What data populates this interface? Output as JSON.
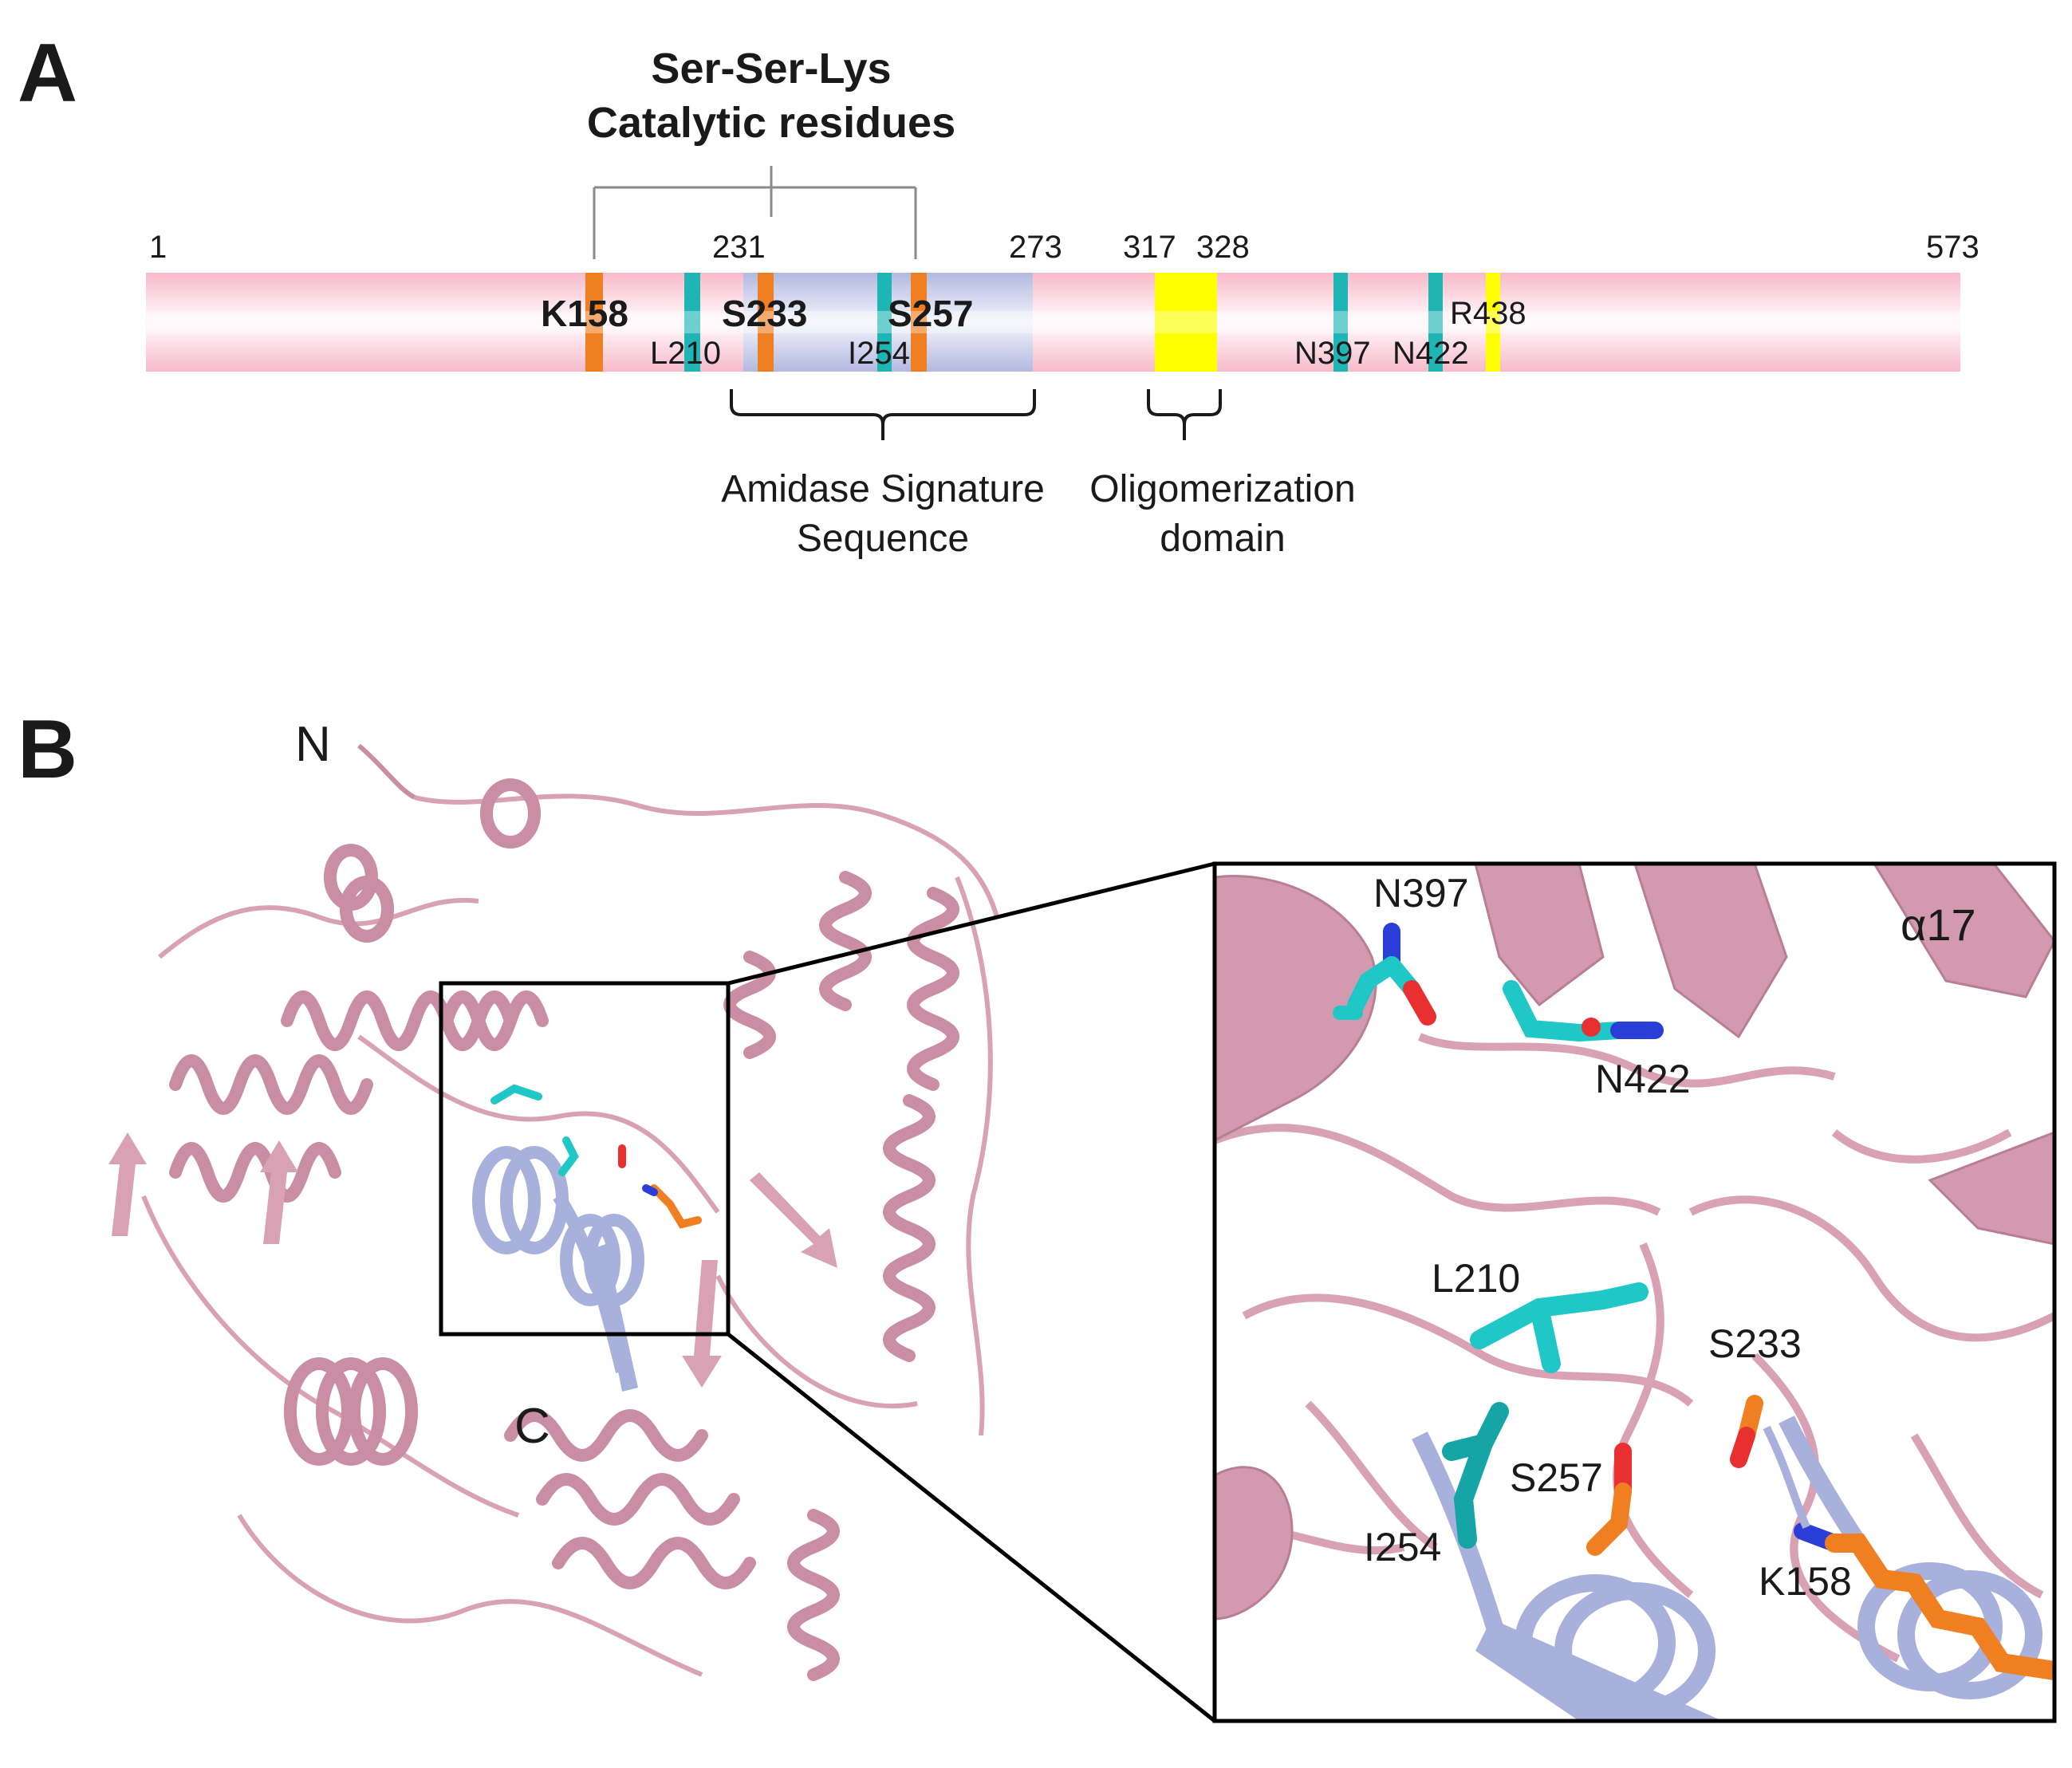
{
  "panel_a": {
    "letter": "A",
    "title_line1": "Ser-Ser-Lys",
    "title_line2": "Catalytic residues",
    "positions": {
      "start": "1",
      "p231": "231",
      "p273": "273",
      "p317": "317",
      "p328": "328",
      "end": "573"
    },
    "catalytic": {
      "k158": "K158",
      "s233": "S233",
      "s257": "S257"
    },
    "residues": {
      "l210": "L210",
      "i254": "I254",
      "n397": "N397",
      "n422": "N422",
      "r438": "R438"
    },
    "amidase_line1": "Amidase Signature",
    "amidase_line2": "Sequence",
    "oligo_line1": "Oligomerization",
    "oligo_line2": "domain"
  },
  "panel_b": {
    "letter": "B",
    "n_term": "N",
    "c_term": "C",
    "zoom_labels": {
      "n397": "N397",
      "n422": "N422",
      "alpha17": "α17",
      "l210": "L210",
      "s233": "S233",
      "s257": "S257",
      "i254": "I254",
      "k158": "K158"
    }
  },
  "colors": {
    "domain_bar": "#f6c1d0",
    "amidase_region": "#b3b9e0",
    "catalytic_marker": "#f07f22",
    "residue_marker": "#1fb5b5",
    "oligomerization": "#ffff00",
    "r438_marker": "#ffff00",
    "protein_cartoon": "#d9a1b4",
    "amidase_cartoon": "#a8b0dc"
  }
}
